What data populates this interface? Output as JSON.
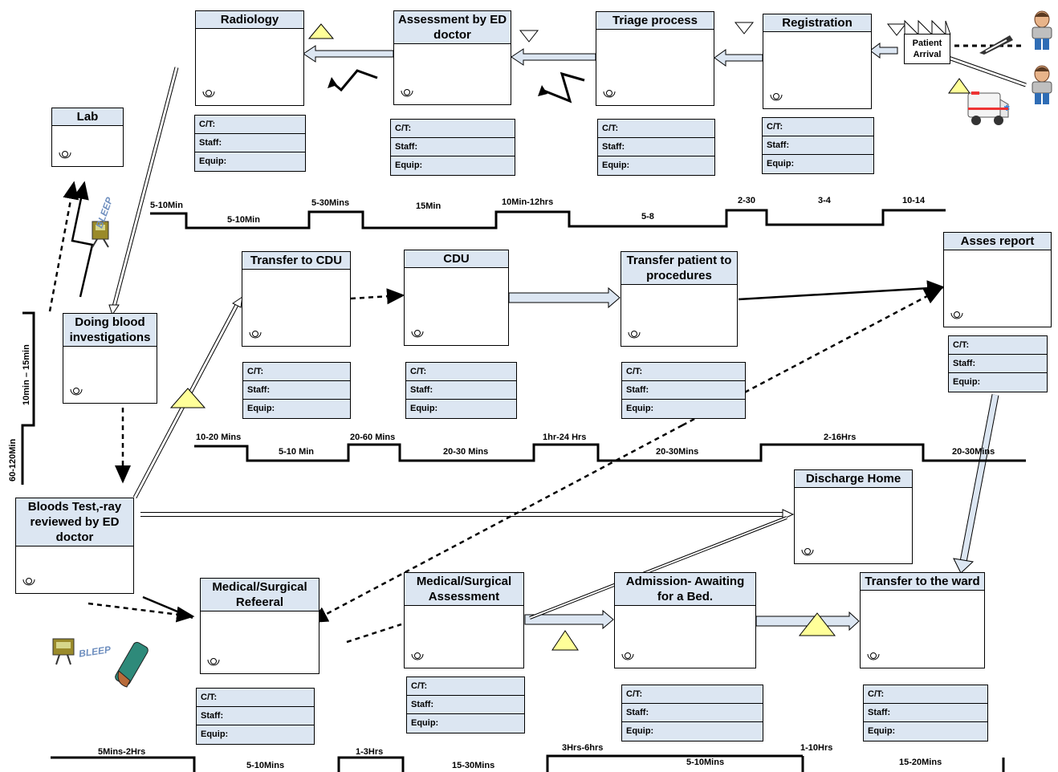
{
  "processes": [
    {
      "id": "radiology",
      "title": "Radiology"
    },
    {
      "id": "assessment-ed",
      "title": "Assessment by ED doctor"
    },
    {
      "id": "triage",
      "title": "Triage process"
    },
    {
      "id": "registration",
      "title": "Registration"
    },
    {
      "id": "lab",
      "title": "Lab"
    },
    {
      "id": "blood-investigations",
      "title": "Doing blood investigations"
    },
    {
      "id": "transfer-cdu",
      "title": "Transfer to CDU"
    },
    {
      "id": "cdu",
      "title": "CDU"
    },
    {
      "id": "transfer-procedures",
      "title": "Transfer patient to procedures"
    },
    {
      "id": "asses-report",
      "title": "Asses report"
    },
    {
      "id": "bloods-reviewed",
      "title": "Bloods Test,-ray reviewed by ED doctor"
    },
    {
      "id": "discharge",
      "title": "Discharge Home"
    },
    {
      "id": "referral",
      "title": "Medical/Surgical Refeeral"
    },
    {
      "id": "ms-assessment",
      "title": "Medical/Surgical Assessment"
    },
    {
      "id": "admission",
      "title": "Admission- Awaiting for a Bed."
    },
    {
      "id": "transfer-ward",
      "title": "Transfer to the ward"
    }
  ],
  "data_box_labels": {
    "ct": "C/T:",
    "staff": "Staff:",
    "equip": "Equip:"
  },
  "patient_arrival": "Patient Arrival",
  "bleep_text": "BLEEP",
  "timeline_top": [
    "5-10Min",
    "5-10Min",
    "5-30Mins",
    "15Min",
    "10Min-12hrs",
    "5-8",
    "2-30",
    "3-4",
    "10-14"
  ],
  "timeline_mid": [
    "10-20 Mins",
    "5-10 Min",
    "20-60 Mins",
    "20-30 Mins",
    "1hr-24 Hrs",
    "20-30Mins",
    "2-16Hrs",
    "20-30Mins"
  ],
  "timeline_bot": [
    "5Mins-2Hrs",
    "5-10Mins",
    "1-3Hrs",
    "15-30Mins",
    "3Hrs-6hrs",
    "5-10Mins",
    "1-10Hrs",
    "15-20Mins"
  ],
  "timeline_left": [
    "10min – 15min",
    "60-120Min"
  ],
  "colors": {
    "process_header": "#dce6f2",
    "inventory_triangle": "#ffff99",
    "push_arrow_fill": "#dce6f2"
  },
  "icons": [
    "operator-icon",
    "inventory-triangle-icon",
    "push-arrow-icon",
    "electronic-info-icon",
    "patient-icon",
    "ambulance-icon",
    "pager-icon",
    "phone-icon",
    "factory-icon"
  ]
}
